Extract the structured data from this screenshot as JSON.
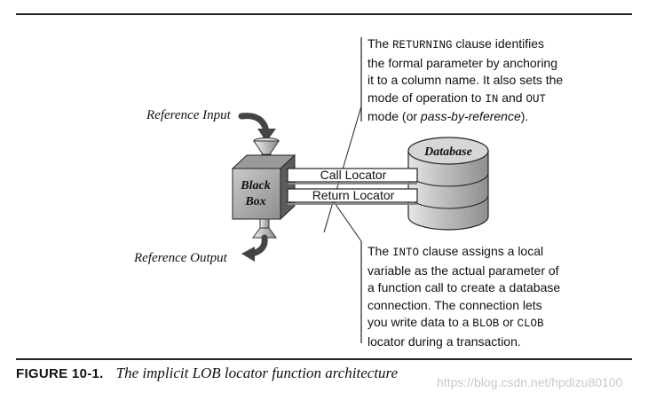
{
  "labels": {
    "reference_input": "Reference Input",
    "reference_output": "Reference Output",
    "black_box_line1": "Black",
    "black_box_line2": "Box",
    "call_locator": "Call Locator",
    "return_locator": "Return Locator",
    "database": "Database"
  },
  "notes": {
    "top": {
      "l1_a": "The ",
      "l1_code": "RETURNING",
      "l1_b": " clause identifies",
      "l2": "the formal parameter by anchoring",
      "l3": "it to a column name. It also sets the",
      "l4_a": "mode of operation to ",
      "l4_code1": "IN",
      "l4_b": " and ",
      "l4_code2": "OUT",
      "l5_a": "mode (or ",
      "l5_em": "pass-by-reference",
      "l5_b": ")."
    },
    "bottom": {
      "l1_a": "The ",
      "l1_code": "INTO",
      "l1_b": " clause assigns a local",
      "l2": "variable as the actual parameter of",
      "l3": "a function call to create a database",
      "l4": "connection. The connection lets",
      "l5_a": "you write data to a ",
      "l5_code1": "BLOB",
      "l5_b": " or ",
      "l5_code2": "CLOB",
      "l6": "locator during a transaction."
    }
  },
  "caption": {
    "number": "FIGURE 10-1.",
    "text": "The implicit LOB locator function architecture"
  },
  "watermark": "https://blog.csdn.net/hpdizu80100"
}
